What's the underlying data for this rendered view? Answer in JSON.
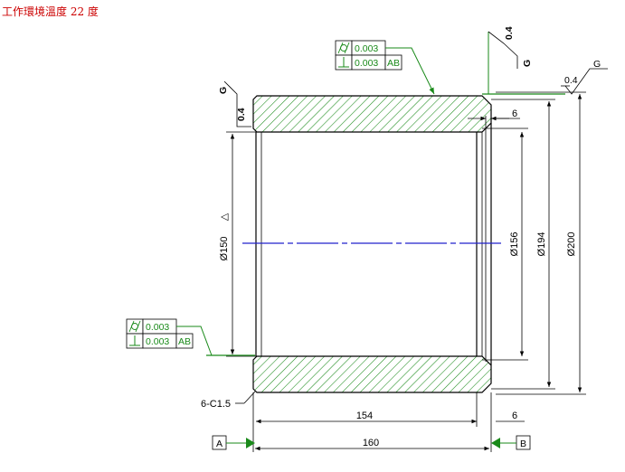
{
  "note": "工作環境溫度 22 度",
  "colors": {
    "outline": "#000000",
    "annotation": "#1a8a1a",
    "hatch": "#1a8a1a",
    "centerline": "#2222cc",
    "note": "#cc0000"
  },
  "dimensions": {
    "bore_diameter": "Ø150",
    "bore_symbol": "△",
    "counterbore_diameter": "Ø156",
    "inner_diameter": "Ø194",
    "outer_diameter": "Ø200",
    "step_top": "6",
    "step_bottom": "6",
    "inner_length": "154",
    "total_length": "160",
    "chamfer": "6-C1.5"
  },
  "roughness": {
    "outer_value": "0.4",
    "outer_grade": "G",
    "bore_value": "0.4",
    "bore_grade": "G",
    "general_value": "0.4",
    "general_grade": "G"
  },
  "tolerance_frames": {
    "top": {
      "cylindricity": "0.003",
      "perpendicularity": "0.003",
      "datum": "AB"
    },
    "left": {
      "cylindricity": "0.003",
      "perpendicularity": "0.003",
      "datum": "AB"
    }
  },
  "datums": {
    "left": "A",
    "right": "B"
  }
}
